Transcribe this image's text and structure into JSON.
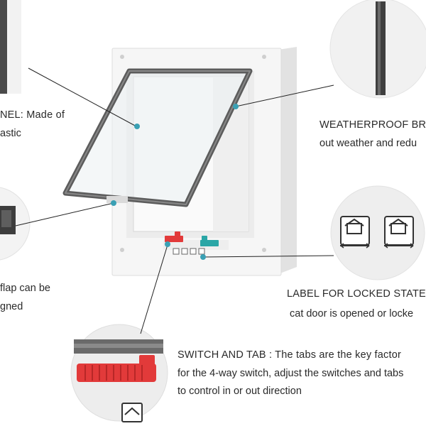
{
  "callouts": {
    "panel": {
      "line1": "NEL:  Made of",
      "line2": "astic"
    },
    "weatherproof": {
      "line1": "WEATHERPROOF BR",
      "line2": "out weather and redu"
    },
    "flap": {
      "line1": "flap can be",
      "line2": "gned"
    },
    "label": {
      "line1": "LABEL FOR LOCKED STATE",
      "line2": "cat door is opened or locke"
    },
    "switch": {
      "line1": "SWITCH AND TAB :   The tabs are the key factor",
      "line2": "for the 4-way switch, adjust the switches and tabs",
      "line3": " to control in or out direction"
    }
  },
  "colors": {
    "frame": "#f4f4f4",
    "flap_border": "#5c5c5c",
    "red_switch": "#e23a3a",
    "teal_tab": "#2aa6a6",
    "callout_circle": "#eeeeee",
    "leader_line": "#222222",
    "dot": "#3aa0b4"
  }
}
